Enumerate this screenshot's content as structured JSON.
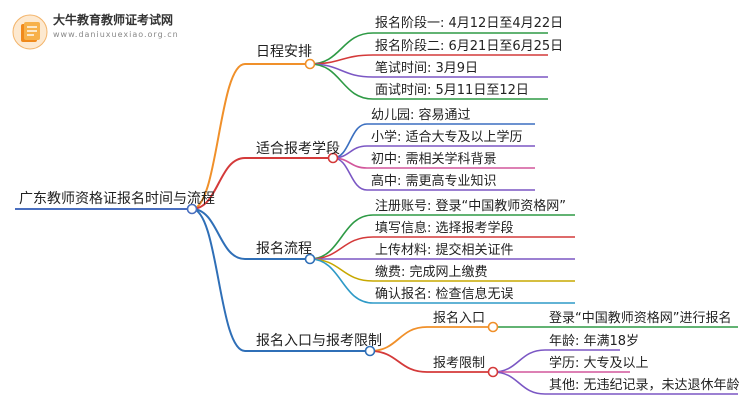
{
  "site": {
    "name": "大牛教育教师证考试网",
    "url": "www.daniuxuexiao.org.cn"
  },
  "root": "广东教师资格证报名时间与流程",
  "branches": [
    {
      "label": "日程安排",
      "children": [
        "报名阶段一: 4月12日至4月22日",
        "报名阶段二: 6月21日至6月25日",
        "笔试时间: 3月9日",
        "面试时间: 5月11日至12日"
      ]
    },
    {
      "label": "适合报考学段",
      "children": [
        "幼儿园: 容易通过",
        "小学: 适合大专及以上学历",
        "初中: 需相关学科背景",
        "高中: 需更高专业知识"
      ]
    },
    {
      "label": "报名流程",
      "children": [
        "注册账号: 登录“中国教师资格网”",
        "填写信息: 选择报考学段",
        "上传材料: 提交相关证件",
        "缴费: 完成网上缴费",
        "确认报名: 检查信息无误"
      ]
    },
    {
      "label": "报名入口与报考限制",
      "children": [
        {
          "label": "报名入口",
          "children": [
            "登录“中国教师资格网”进行报名"
          ]
        },
        {
          "label": "报考限制",
          "children": [
            "年龄: 年满18岁",
            "学历: 大专及以上",
            "其他: 无违纪记录，未达退休年龄"
          ]
        }
      ]
    }
  ]
}
